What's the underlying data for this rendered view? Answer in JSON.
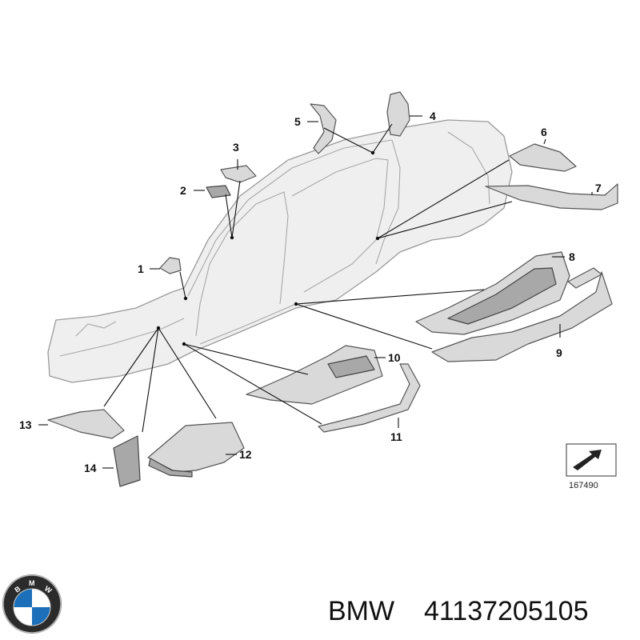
{
  "callouts": [
    {
      "id": "1",
      "label": "1"
    },
    {
      "id": "2",
      "label": "2"
    },
    {
      "id": "3",
      "label": "3"
    },
    {
      "id": "4",
      "label": "4"
    },
    {
      "id": "5",
      "label": "5"
    },
    {
      "id": "6",
      "label": "6"
    },
    {
      "id": "7",
      "label": "7"
    },
    {
      "id": "8",
      "label": "8"
    },
    {
      "id": "9",
      "label": "9"
    },
    {
      "id": "10",
      "label": "10"
    },
    {
      "id": "11",
      "label": "11"
    },
    {
      "id": "12",
      "label": "12"
    },
    {
      "id": "13",
      "label": "13"
    },
    {
      "id": "14",
      "label": "14"
    }
  ],
  "figure_number": "167490",
  "caption": {
    "brand": "BMW",
    "part_number": "41137205105",
    "logo_letters": "BMW"
  }
}
